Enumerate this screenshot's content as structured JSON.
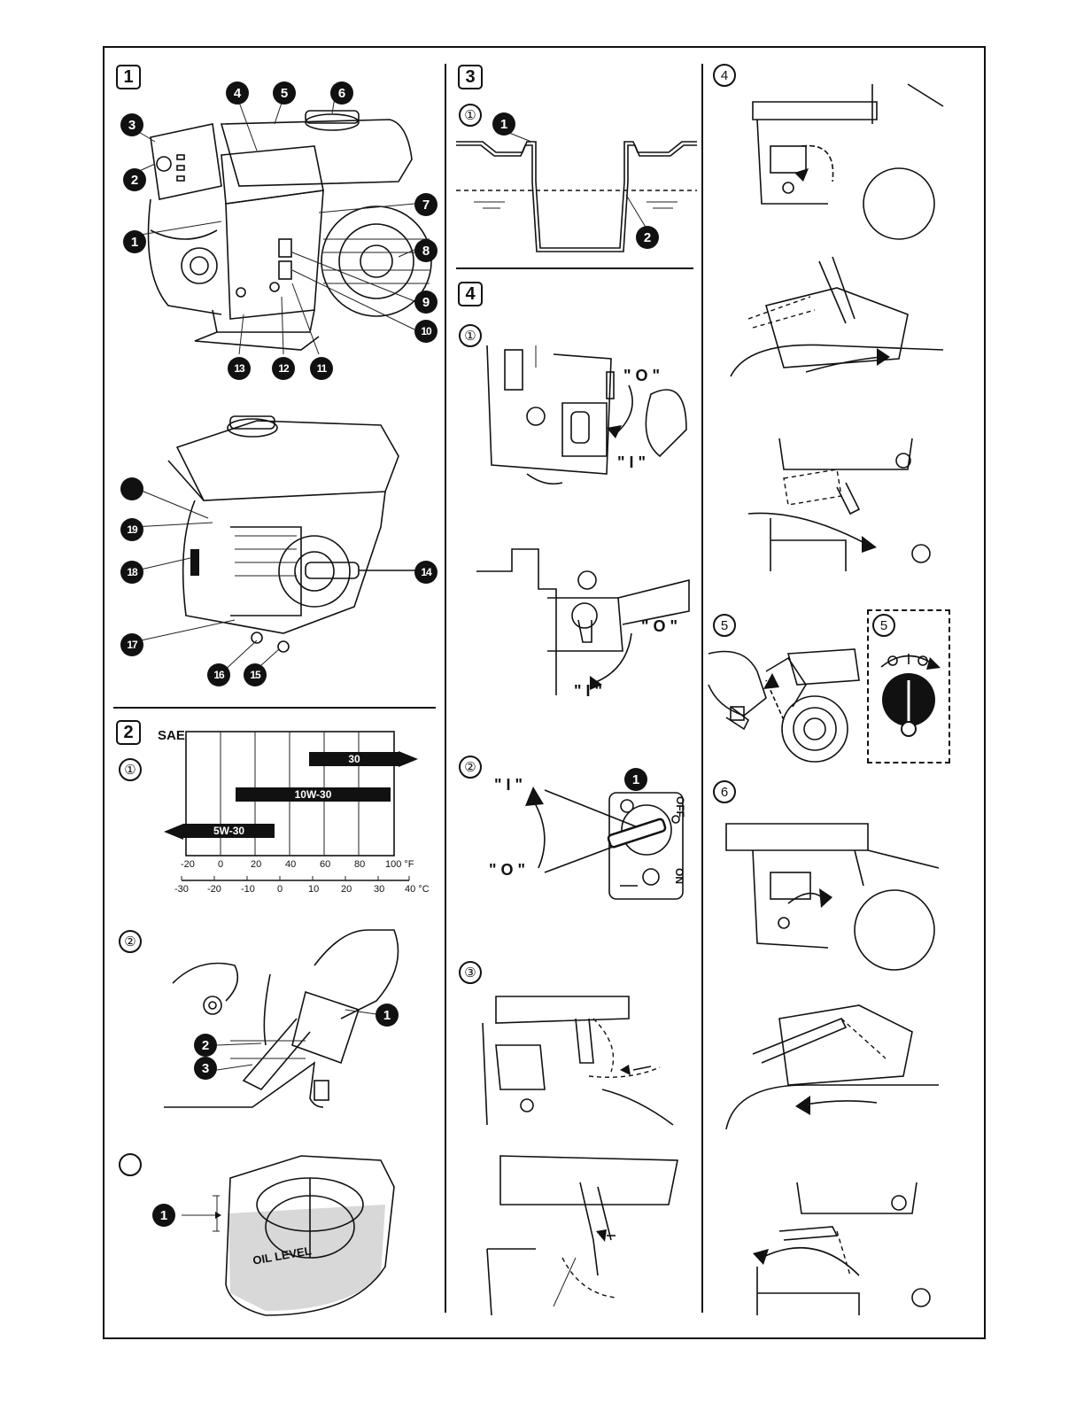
{
  "sections": {
    "s1": "1",
    "s2": "2",
    "s3": "3",
    "s4": "4",
    "s4_c4": "4",
    "s4_c5": "5",
    "s4_c5b": "5",
    "s4_c6": "6"
  },
  "substeps": {
    "one": "①",
    "two": "②",
    "three": "③"
  },
  "callouts": [
    "1",
    "2",
    "3",
    "4",
    "5",
    "6",
    "7",
    "8",
    "9",
    "10",
    "11",
    "12",
    "13",
    "14",
    "15",
    "16",
    "17",
    "18",
    "19"
  ],
  "oil_chart": {
    "sae_label": "SAE",
    "grades": [
      "30",
      "10W-30",
      "5W-30"
    ],
    "fahrenheit_ticks": [
      "-20",
      "0",
      "20",
      "40",
      "60",
      "80",
      "100 °F"
    ],
    "celsius_ticks": [
      "-30",
      "-20",
      "-10",
      "0",
      "10",
      "20",
      "30",
      "40 °C"
    ]
  },
  "dipstick_label": "OIL LEVEL",
  "switch": {
    "on_mark": "\" I \"",
    "off_mark": "\" O \"",
    "off_text": "OFF",
    "on_text": "ON",
    "i_glyph": "I",
    "o_glyph": "O"
  }
}
